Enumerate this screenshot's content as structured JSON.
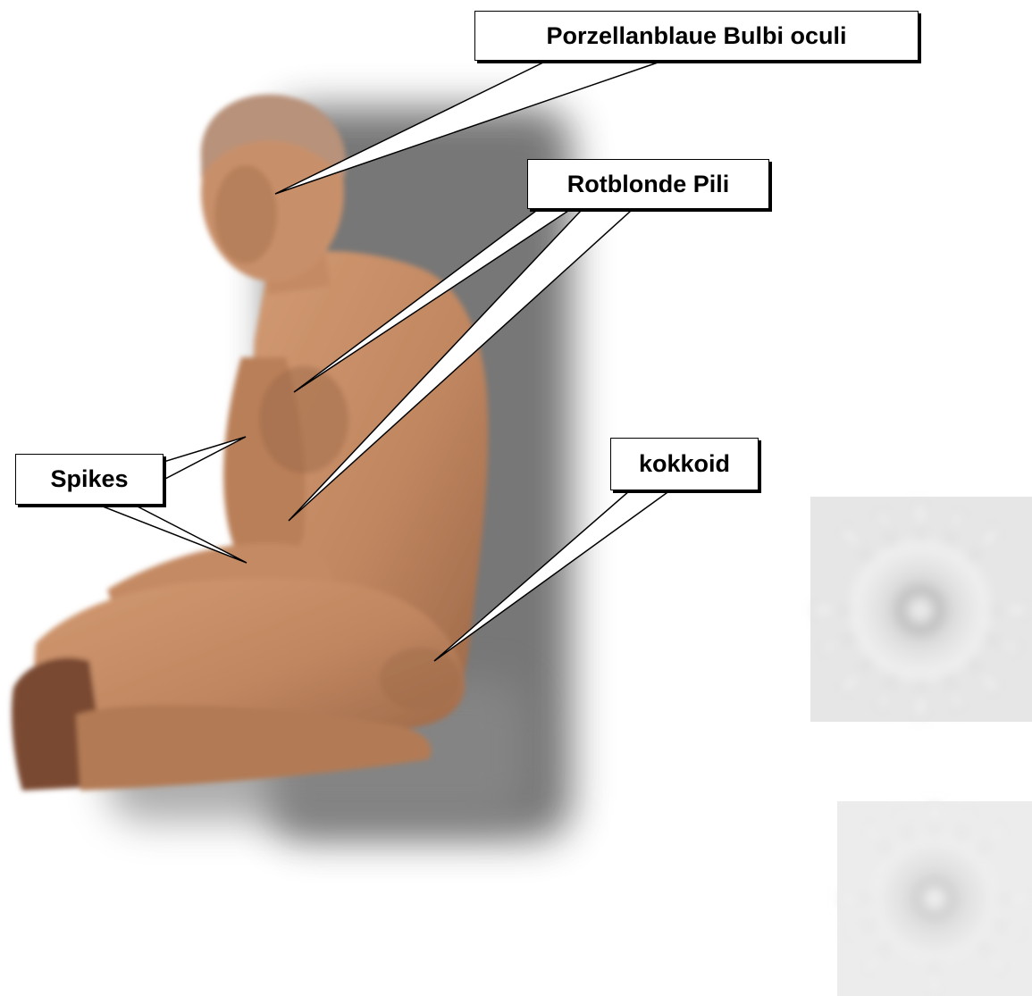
{
  "labels": {
    "eyes": "Porzellanblaue Bulbi oculi",
    "hair": "Rotblonde Pili",
    "spikes": "Spikes",
    "coccoid": "kokkoid"
  },
  "colors": {
    "skin": "#c48a63",
    "skin_shadow": "#8a5a3c",
    "hair": "#b8927a",
    "backdrop_shadow": "#6f6f6f",
    "virus_gray": "#d9d9d9",
    "callout_fill": "#ffffff",
    "callout_stroke": "#000000"
  },
  "images": {
    "figure": "seated-figure",
    "virus_1": "coccoid-virus-particle",
    "virus_2": "coccoid-virus-particle"
  }
}
